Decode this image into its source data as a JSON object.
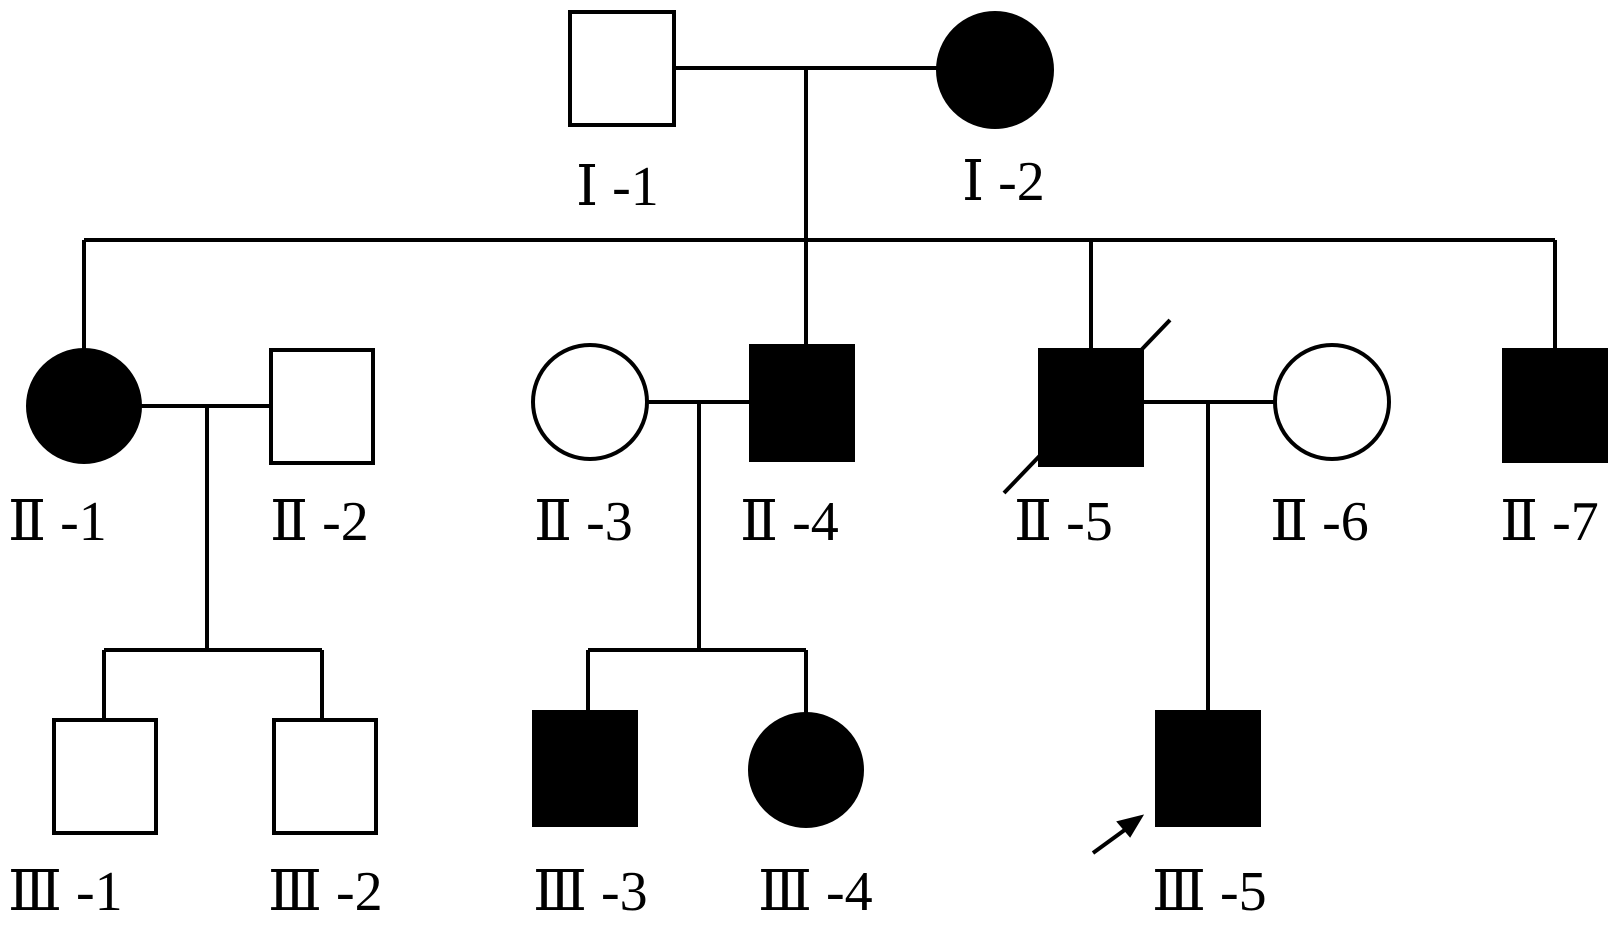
{
  "pedigree": {
    "colors": {
      "affected": "#000000",
      "unaffected": "#ffffff",
      "line": "#000000"
    },
    "individuals": [
      {
        "id": "I-1",
        "label": "Ⅰ -1",
        "sex": "male",
        "affected": false
      },
      {
        "id": "I-2",
        "label": "Ⅰ -2",
        "sex": "female",
        "affected": true
      },
      {
        "id": "II-1",
        "label": "Ⅱ -1",
        "sex": "female",
        "affected": true
      },
      {
        "id": "II-2",
        "label": "Ⅱ -2",
        "sex": "male",
        "affected": false
      },
      {
        "id": "II-3",
        "label": "Ⅱ -3",
        "sex": "female",
        "affected": false
      },
      {
        "id": "II-4",
        "label": "Ⅱ -4",
        "sex": "male",
        "affected": true
      },
      {
        "id": "II-5",
        "label": "Ⅱ -5",
        "sex": "male",
        "affected": true,
        "deceased": true
      },
      {
        "id": "II-6",
        "label": "Ⅱ -6",
        "sex": "female",
        "affected": false
      },
      {
        "id": "II-7",
        "label": "Ⅱ -7",
        "sex": "male",
        "affected": true
      },
      {
        "id": "III-1",
        "label": "Ⅲ -1",
        "sex": "male",
        "affected": false
      },
      {
        "id": "III-2",
        "label": "Ⅲ -2",
        "sex": "male",
        "affected": false
      },
      {
        "id": "III-3",
        "label": "Ⅲ -3",
        "sex": "male",
        "affected": true
      },
      {
        "id": "III-4",
        "label": "Ⅲ -4",
        "sex": "female",
        "affected": true
      },
      {
        "id": "III-5",
        "label": "Ⅲ -5",
        "sex": "male",
        "affected": true,
        "proband": true
      }
    ]
  }
}
